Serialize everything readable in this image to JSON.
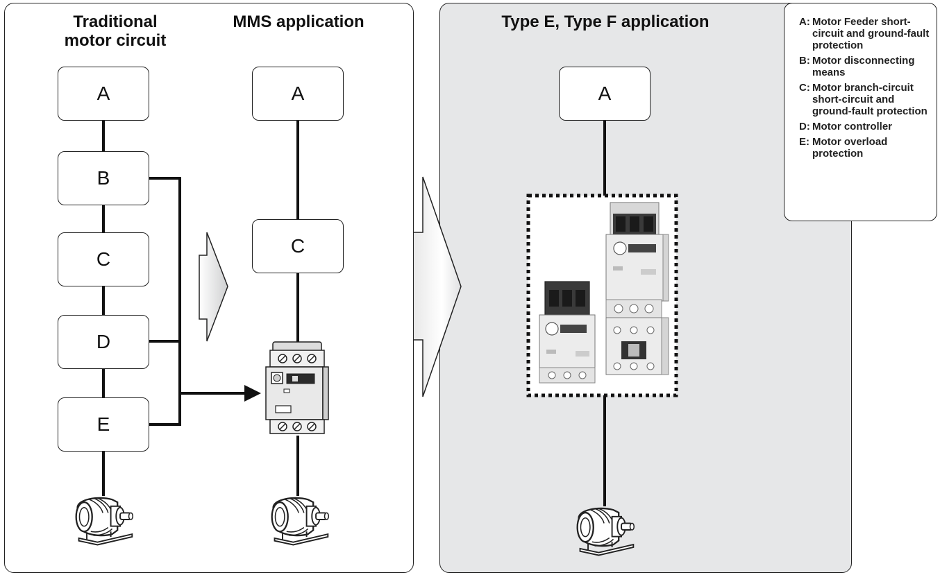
{
  "headers": {
    "traditional": [
      "Traditional",
      "motor circuit"
    ],
    "mms": "MMS application",
    "typeef": "Type E, Type F application"
  },
  "blocks": {
    "traditional": [
      "A",
      "B",
      "C",
      "D",
      "E"
    ],
    "mms": [
      "A",
      "C"
    ],
    "typeef": [
      "A"
    ]
  },
  "legend": [
    {
      "key": "A:",
      "text": "Motor Feeder short-circuit and ground-fault protection"
    },
    {
      "key": "B:",
      "text": "Motor disconnecting means"
    },
    {
      "key": "C:",
      "text": "Motor branch-circuit short-circuit and ground-fault protection"
    },
    {
      "key": "D:",
      "text": "Motor controller"
    },
    {
      "key": "E:",
      "text": "Motor overload protection"
    }
  ],
  "colors": {
    "line": "#111111",
    "panel_shaded": "#e6e7e8",
    "device_body": "#e9e9e9",
    "device_dark": "#2b2b2b"
  },
  "icons": {
    "motor": "electric-motor-icon",
    "mms": "manual-motor-starter-icon",
    "typeef": "type-e-f-starter-combination-icon"
  }
}
